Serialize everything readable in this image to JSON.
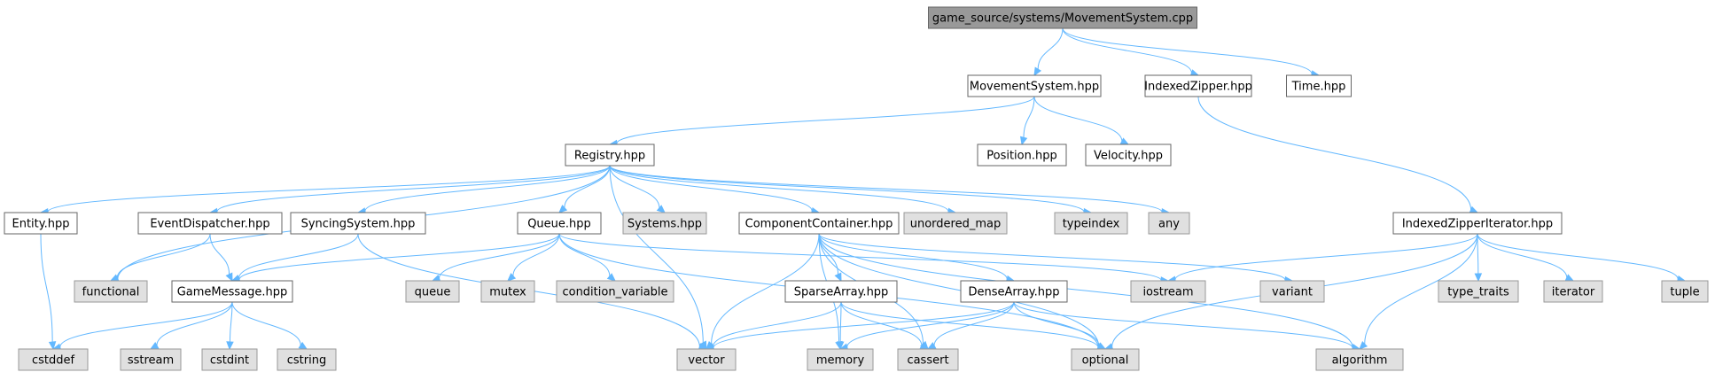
{
  "nodes": [
    {
      "id": "movementsystem_cpp",
      "label": "game_source/systems/MovementSystem.cpp",
      "kind": "root"
    },
    {
      "id": "movementsystem_hpp",
      "label": "MovementSystem.hpp",
      "kind": "local"
    },
    {
      "id": "indexedzipper_hpp",
      "label": "IndexedZipper.hpp",
      "kind": "local"
    },
    {
      "id": "time_hpp",
      "label": "Time.hpp",
      "kind": "local"
    },
    {
      "id": "registry_hpp",
      "label": "Registry.hpp",
      "kind": "local"
    },
    {
      "id": "position_hpp",
      "label": "Position.hpp",
      "kind": "local"
    },
    {
      "id": "velocity_hpp",
      "label": "Velocity.hpp",
      "kind": "local"
    },
    {
      "id": "entity_hpp",
      "label": "Entity.hpp",
      "kind": "local"
    },
    {
      "id": "eventdispatcher_hpp",
      "label": "EventDispatcher.hpp",
      "kind": "local"
    },
    {
      "id": "syncingsystem_hpp",
      "label": "SyncingSystem.hpp",
      "kind": "local"
    },
    {
      "id": "queue_hpp",
      "label": "Queue.hpp",
      "kind": "local"
    },
    {
      "id": "systems_hpp",
      "label": "Systems.hpp",
      "kind": "system"
    },
    {
      "id": "componentcontainer_hpp",
      "label": "ComponentContainer.hpp",
      "kind": "local"
    },
    {
      "id": "unordered_map",
      "label": "unordered_map",
      "kind": "system"
    },
    {
      "id": "typeindex",
      "label": "typeindex",
      "kind": "system"
    },
    {
      "id": "any",
      "label": "any",
      "kind": "system"
    },
    {
      "id": "indexedzipperiterator_hpp",
      "label": "IndexedZipperIterator.hpp",
      "kind": "local"
    },
    {
      "id": "functional",
      "label": "functional",
      "kind": "system"
    },
    {
      "id": "gamemessage_hpp",
      "label": "GameMessage.hpp",
      "kind": "local"
    },
    {
      "id": "queue",
      "label": "queue",
      "kind": "system"
    },
    {
      "id": "mutex",
      "label": "mutex",
      "kind": "system"
    },
    {
      "id": "condition_variable",
      "label": "condition_variable",
      "kind": "system"
    },
    {
      "id": "sparsearray_hpp",
      "label": "SparseArray.hpp",
      "kind": "local"
    },
    {
      "id": "densearray_hpp",
      "label": "DenseArray.hpp",
      "kind": "local"
    },
    {
      "id": "iostream",
      "label": "iostream",
      "kind": "system"
    },
    {
      "id": "variant",
      "label": "variant",
      "kind": "system"
    },
    {
      "id": "type_traits",
      "label": "type_traits",
      "kind": "system"
    },
    {
      "id": "iterator",
      "label": "iterator",
      "kind": "system"
    },
    {
      "id": "tuple",
      "label": "tuple",
      "kind": "system"
    },
    {
      "id": "cstddef",
      "label": "cstddef",
      "kind": "system"
    },
    {
      "id": "sstream",
      "label": "sstream",
      "kind": "system"
    },
    {
      "id": "cstdint",
      "label": "cstdint",
      "kind": "system"
    },
    {
      "id": "cstring",
      "label": "cstring",
      "kind": "system"
    },
    {
      "id": "vector",
      "label": "vector",
      "kind": "system"
    },
    {
      "id": "memory",
      "label": "memory",
      "kind": "system"
    },
    {
      "id": "cassert",
      "label": "cassert",
      "kind": "system"
    },
    {
      "id": "optional",
      "label": "optional",
      "kind": "system"
    },
    {
      "id": "algorithm",
      "label": "algorithm",
      "kind": "system"
    }
  ],
  "edges": [
    [
      "movementsystem_cpp",
      "movementsystem_hpp"
    ],
    [
      "movementsystem_cpp",
      "indexedzipper_hpp"
    ],
    [
      "movementsystem_cpp",
      "time_hpp"
    ],
    [
      "movementsystem_hpp",
      "registry_hpp"
    ],
    [
      "movementsystem_hpp",
      "position_hpp"
    ],
    [
      "movementsystem_hpp",
      "velocity_hpp"
    ],
    [
      "indexedzipper_hpp",
      "indexedzipperiterator_hpp"
    ],
    [
      "registry_hpp",
      "entity_hpp"
    ],
    [
      "registry_hpp",
      "eventdispatcher_hpp"
    ],
    [
      "registry_hpp",
      "syncingsystem_hpp"
    ],
    [
      "registry_hpp",
      "queue_hpp"
    ],
    [
      "registry_hpp",
      "systems_hpp"
    ],
    [
      "registry_hpp",
      "componentcontainer_hpp"
    ],
    [
      "registry_hpp",
      "unordered_map"
    ],
    [
      "registry_hpp",
      "typeindex"
    ],
    [
      "registry_hpp",
      "any"
    ],
    [
      "registry_hpp",
      "functional"
    ],
    [
      "registry_hpp",
      "vector"
    ],
    [
      "entity_hpp",
      "cstddef"
    ],
    [
      "eventdispatcher_hpp",
      "functional"
    ],
    [
      "eventdispatcher_hpp",
      "gamemessage_hpp"
    ],
    [
      "syncingsystem_hpp",
      "gamemessage_hpp"
    ],
    [
      "syncingsystem_hpp",
      "vector"
    ],
    [
      "queue_hpp",
      "gamemessage_hpp"
    ],
    [
      "queue_hpp",
      "queue"
    ],
    [
      "queue_hpp",
      "mutex"
    ],
    [
      "queue_hpp",
      "condition_variable"
    ],
    [
      "queue_hpp",
      "iostream"
    ],
    [
      "queue_hpp",
      "optional"
    ],
    [
      "componentcontainer_hpp",
      "sparsearray_hpp"
    ],
    [
      "componentcontainer_hpp",
      "densearray_hpp"
    ],
    [
      "componentcontainer_hpp",
      "vector"
    ],
    [
      "componentcontainer_hpp",
      "memory"
    ],
    [
      "componentcontainer_hpp",
      "cassert"
    ],
    [
      "componentcontainer_hpp",
      "optional"
    ],
    [
      "componentcontainer_hpp",
      "variant"
    ],
    [
      "componentcontainer_hpp",
      "algorithm"
    ],
    [
      "gamemessage_hpp",
      "cstddef"
    ],
    [
      "gamemessage_hpp",
      "sstream"
    ],
    [
      "gamemessage_hpp",
      "cstdint"
    ],
    [
      "gamemessage_hpp",
      "cstring"
    ],
    [
      "sparsearray_hpp",
      "vector"
    ],
    [
      "sparsearray_hpp",
      "memory"
    ],
    [
      "sparsearray_hpp",
      "cassert"
    ],
    [
      "sparsearray_hpp",
      "optional"
    ],
    [
      "densearray_hpp",
      "vector"
    ],
    [
      "densearray_hpp",
      "memory"
    ],
    [
      "densearray_hpp",
      "cassert"
    ],
    [
      "densearray_hpp",
      "optional"
    ],
    [
      "densearray_hpp",
      "algorithm"
    ],
    [
      "indexedzipperiterator_hpp",
      "iostream"
    ],
    [
      "indexedzipperiterator_hpp",
      "type_traits"
    ],
    [
      "indexedzipperiterator_hpp",
      "iterator"
    ],
    [
      "indexedzipperiterator_hpp",
      "tuple"
    ],
    [
      "indexedzipperiterator_hpp",
      "optional"
    ],
    [
      "indexedzipperiterator_hpp",
      "algorithm"
    ]
  ],
  "colors": {
    "root_fill": "#999999",
    "local_fill": "#ffffff",
    "system_fill": "#e0e0e0",
    "edge": "#63b8ff"
  }
}
